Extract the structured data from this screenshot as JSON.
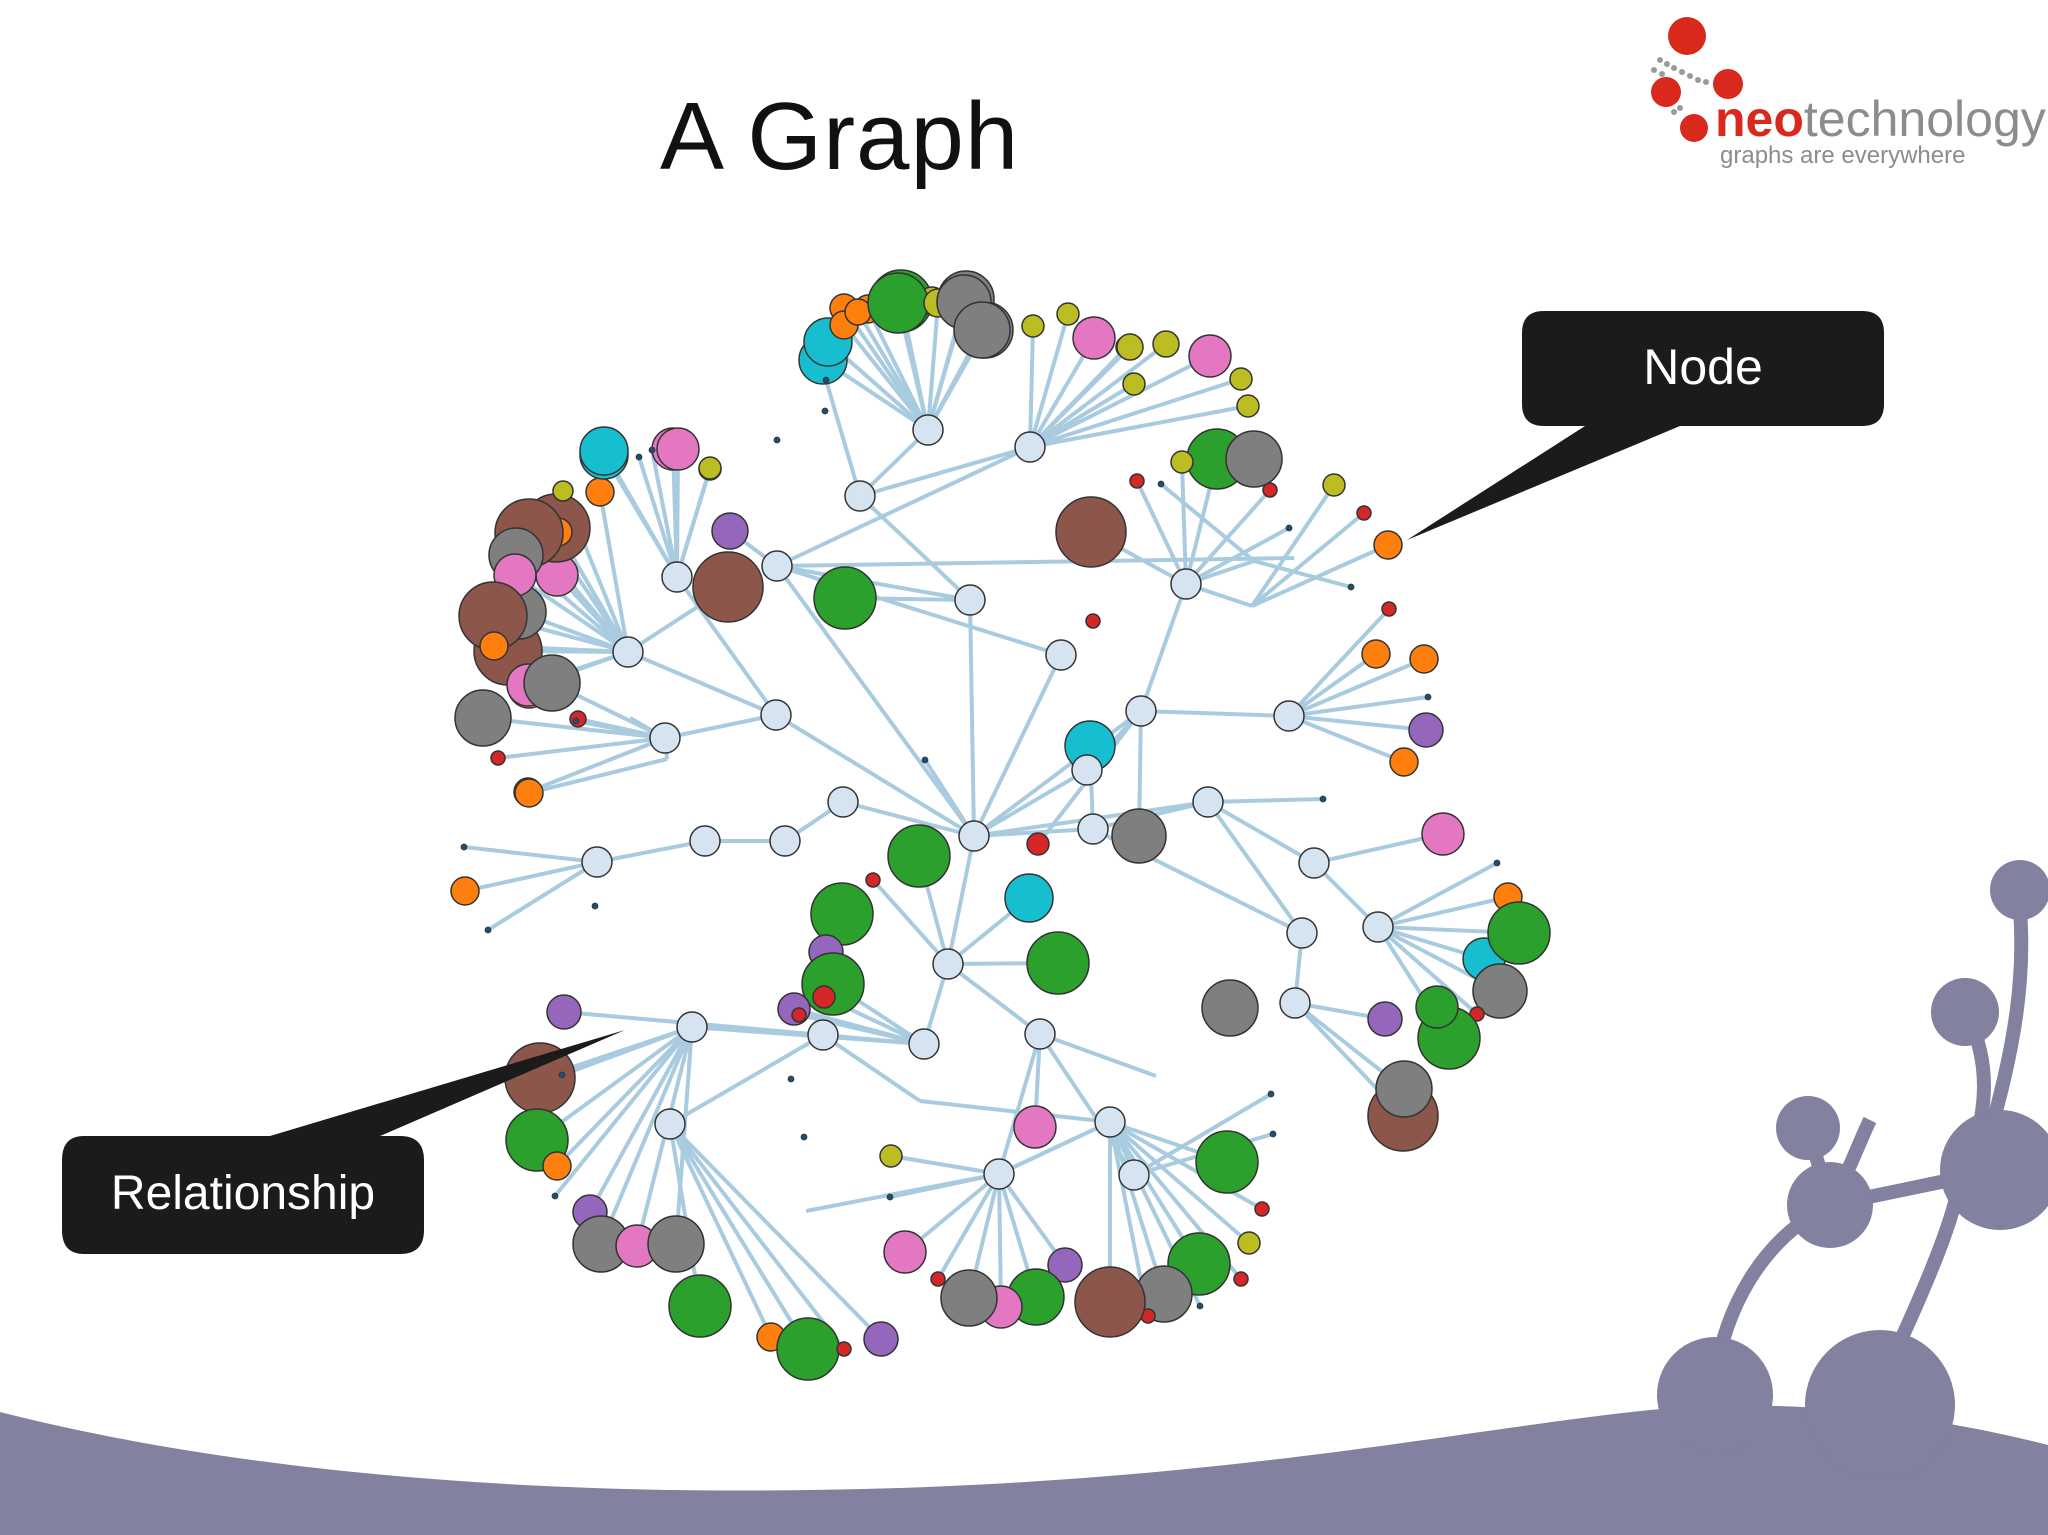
{
  "slide": {
    "title": "A Graph"
  },
  "logo": {
    "name_part1": "neo",
    "name_part2": "technology",
    "tagline": "graphs are everywhere"
  },
  "callouts": {
    "node": "Node",
    "relationship": "Relationship"
  },
  "colors": {
    "background": "#ffffff",
    "edge": "#a9cbe0",
    "hub": "#d6e4f2",
    "brand_red": "#d8291c",
    "brand_gray": "#8c8c8c",
    "callout": "#1b1b1b",
    "decor_purple": "#82819f"
  }
}
